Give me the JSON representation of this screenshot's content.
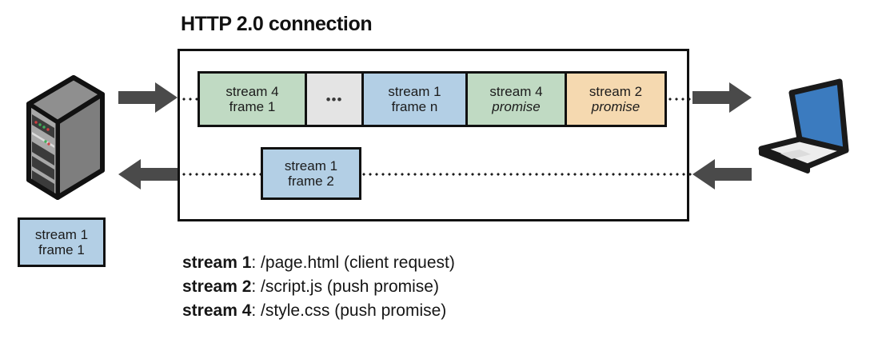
{
  "diagram": {
    "title": "HTTP 2.0 connection",
    "colors": {
      "green": "#c0dac3",
      "blue": "#b3cfe5",
      "orange": "#f5d9b0",
      "gray": "#e4e4e4",
      "stroke": "#111111",
      "arrow": "#4a4a4a",
      "laptop_screen": "#3b7bbf",
      "server_body": "#8d8d8d"
    }
  },
  "connection": {
    "request_frames": [
      {
        "line1": "stream 4",
        "line2": "frame 1",
        "color": "green",
        "italic": false,
        "width": 134
      },
      {
        "line1": "",
        "line2": "•••",
        "color": "gray",
        "italic": false,
        "width": 71,
        "ellipsis": true
      },
      {
        "line1": "stream 1",
        "line2": "frame n",
        "color": "blue",
        "italic": false,
        "width": 130
      },
      {
        "line1": "stream 4",
        "line2": "promise",
        "color": "green",
        "italic": true,
        "width": 124
      },
      {
        "line1": "stream 2",
        "line2": "promise",
        "color": "orange",
        "italic": true,
        "width": 122
      }
    ],
    "response_frame": {
      "line1": "stream 1",
      "line2": "frame 2",
      "color": "blue"
    }
  },
  "detached_frame": {
    "line1": "stream 1",
    "line2": "frame 1",
    "color": "blue"
  },
  "endpoints": {
    "left": "server-icon",
    "right": "laptop-icon",
    "arrow_to_server_out": "arrow-right-icon",
    "arrow_to_server_in": "arrow-left-icon",
    "arrow_to_client_out": "arrow-right-icon",
    "arrow_to_client_in": "arrow-left-icon"
  },
  "legend": [
    {
      "stream": "stream 1",
      "rest": ": /page.html  (client request)"
    },
    {
      "stream": "stream 2",
      "rest": ": /script.js  (push promise)"
    },
    {
      "stream": "stream 4",
      "rest": ": /style.css  (push promise)"
    }
  ]
}
